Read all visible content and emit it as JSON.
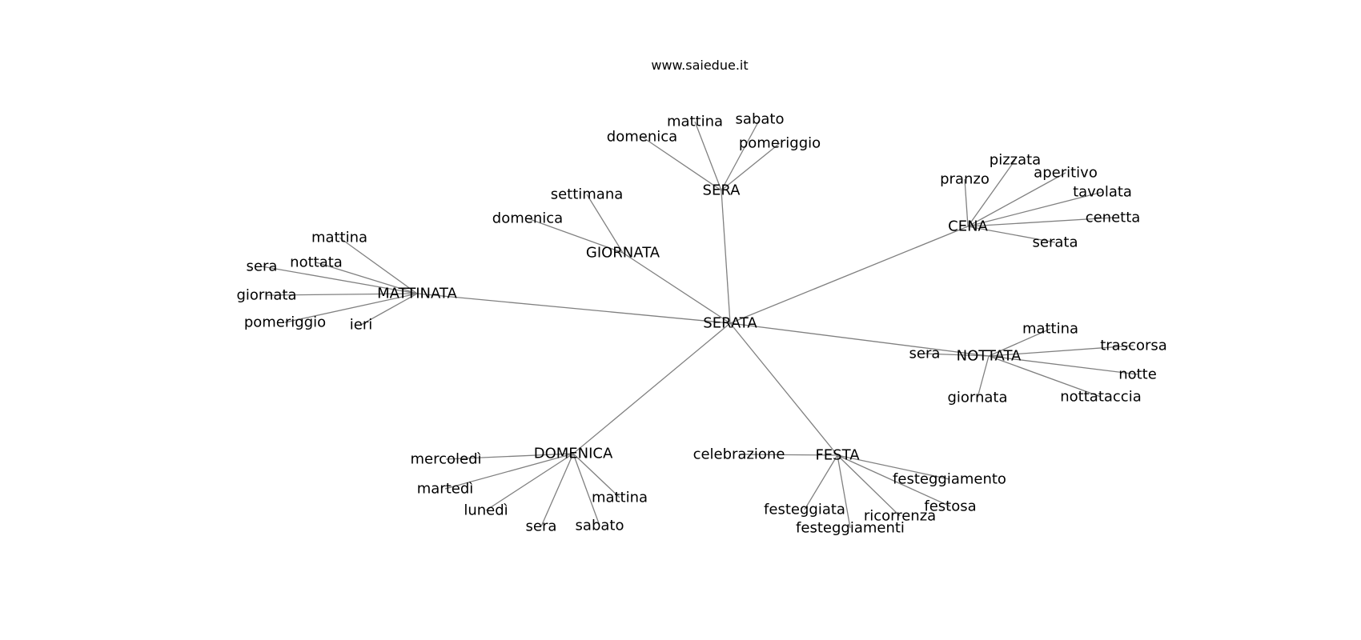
{
  "title": "www.saiedue.it",
  "center": "SERATA",
  "branches": [
    {
      "label": "SERA",
      "children": [
        "domenica",
        "mattina",
        "sabato",
        "pomeriggio"
      ]
    },
    {
      "label": "GIORNATA",
      "children": [
        "settimana",
        "domenica"
      ]
    },
    {
      "label": "MATTINATA",
      "children": [
        "mattina",
        "sera",
        "nottata",
        "giornata",
        "pomeriggio",
        "ieri"
      ]
    },
    {
      "label": "CENA",
      "children": [
        "pranzo",
        "pizzata",
        "aperitivo",
        "tavolata",
        "cenetta",
        "serata"
      ]
    },
    {
      "label": "NOTTATA",
      "children": [
        "sera",
        "mattina",
        "trascorsa",
        "notte",
        "giornata",
        "nottataccia"
      ]
    },
    {
      "label": "DOMENICA",
      "children": [
        "mercoledì",
        "martedì",
        "lunedì",
        "sera",
        "sabato",
        "mattina"
      ]
    },
    {
      "label": "FESTA",
      "children": [
        "celebrazione",
        "festeggiamento",
        "festosa",
        "ricorrenza",
        "festeggiamenti",
        "festeggiata"
      ]
    }
  ]
}
